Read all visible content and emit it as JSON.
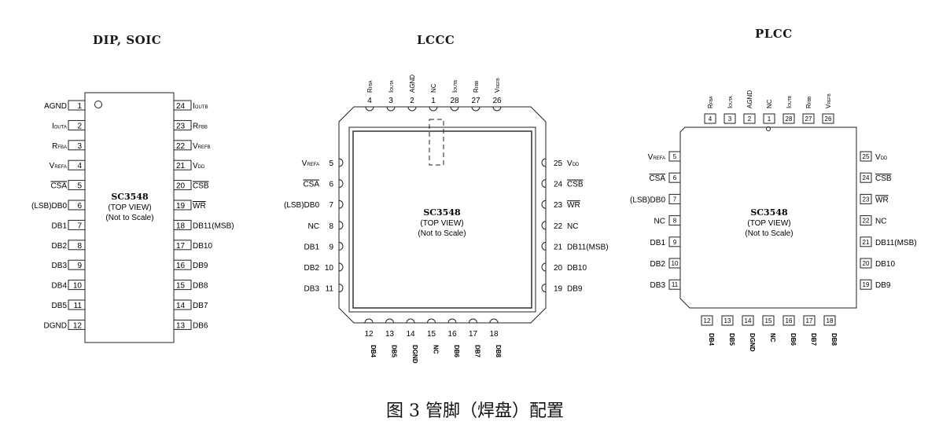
{
  "titles": {
    "dip": "DIP, SOIC",
    "lccc": "LCCC",
    "plcc": "PLCC"
  },
  "chip": {
    "name": "SC3548",
    "view": "(TOP VIEW)",
    "scale": "(Not to Scale)"
  },
  "caption": "图 3 管脚（焊盘）配置",
  "dip": {
    "left": [
      [
        "1",
        "AGND"
      ],
      [
        "2",
        "I_OUTA"
      ],
      [
        "3",
        "R_FBA"
      ],
      [
        "4",
        "V_REFA"
      ],
      [
        "5",
        "CSA"
      ],
      [
        "6",
        "(LSB)DB0"
      ],
      [
        "7",
        "DB1"
      ],
      [
        "8",
        "DB2"
      ],
      [
        "9",
        "DB3"
      ],
      [
        "10",
        "DB4"
      ],
      [
        "11",
        "DB5"
      ],
      [
        "12",
        "DGND"
      ]
    ],
    "right": [
      [
        "24",
        "I_OUTB"
      ],
      [
        "23",
        "R_FBB"
      ],
      [
        "22",
        "V_REFB"
      ],
      [
        "21",
        "V_DD"
      ],
      [
        "20",
        "CSB"
      ],
      [
        "19",
        "WR"
      ],
      [
        "18",
        "DB11(MSB)"
      ],
      [
        "17",
        "DB10"
      ],
      [
        "16",
        "DB9"
      ],
      [
        "15",
        "DB8"
      ],
      [
        "14",
        "DB7"
      ],
      [
        "13",
        "DB6"
      ]
    ]
  },
  "lccc": {
    "top": [
      [
        "4",
        "R_FBA"
      ],
      [
        "3",
        "I_OUTA"
      ],
      [
        "2",
        "AGND"
      ],
      [
        "1",
        "NC"
      ],
      [
        "28",
        "I_OUTB"
      ],
      [
        "27",
        "R_FBB"
      ],
      [
        "26",
        "V_REFB"
      ]
    ],
    "left": [
      [
        "5",
        "V_REFA"
      ],
      [
        "6",
        "CSA"
      ],
      [
        "7",
        "(LSB)DB0"
      ],
      [
        "8",
        "NC"
      ],
      [
        "9",
        "DB1"
      ],
      [
        "10",
        "DB2"
      ],
      [
        "11",
        "DB3"
      ]
    ],
    "right": [
      [
        "25",
        "V_DD"
      ],
      [
        "24",
        "CSB"
      ],
      [
        "23",
        "WR"
      ],
      [
        "22",
        "NC"
      ],
      [
        "21",
        "DB11(MSB)"
      ],
      [
        "20",
        "DB10"
      ],
      [
        "19",
        "DB9"
      ]
    ],
    "bottom": [
      [
        "12",
        "DB4"
      ],
      [
        "13",
        "DB5"
      ],
      [
        "14",
        "DGND"
      ],
      [
        "15",
        "NC"
      ],
      [
        "16",
        "DB6"
      ],
      [
        "17",
        "DB7"
      ],
      [
        "18",
        "DB8"
      ]
    ]
  },
  "plcc": {
    "top": [
      [
        "4",
        "R_FBA"
      ],
      [
        "3",
        "I_OUTA"
      ],
      [
        "2",
        "AGND"
      ],
      [
        "1",
        "NC"
      ],
      [
        "28",
        "I_OUTB"
      ],
      [
        "27",
        "R_FBB"
      ],
      [
        "26",
        "V_REFB"
      ]
    ],
    "left": [
      [
        "5",
        "V_REFA"
      ],
      [
        "6",
        "CSA"
      ],
      [
        "7",
        "(LSB)DB0"
      ],
      [
        "8",
        "NC"
      ],
      [
        "9",
        "DB1"
      ],
      [
        "10",
        "DB2"
      ],
      [
        "11",
        "DB3"
      ]
    ],
    "right": [
      [
        "25",
        "V_DD"
      ],
      [
        "24",
        "CSB"
      ],
      [
        "23",
        "WR"
      ],
      [
        "22",
        "NC"
      ],
      [
        "21",
        "DB11(MSB)"
      ],
      [
        "20",
        "DB10"
      ],
      [
        "19",
        "DB9"
      ]
    ],
    "bottom": [
      [
        "12",
        "DB4"
      ],
      [
        "13",
        "DB5"
      ],
      [
        "14",
        "DGND"
      ],
      [
        "15",
        "NC"
      ],
      [
        "16",
        "DB6"
      ],
      [
        "17",
        "DB7"
      ],
      [
        "18",
        "DB8"
      ]
    ]
  }
}
